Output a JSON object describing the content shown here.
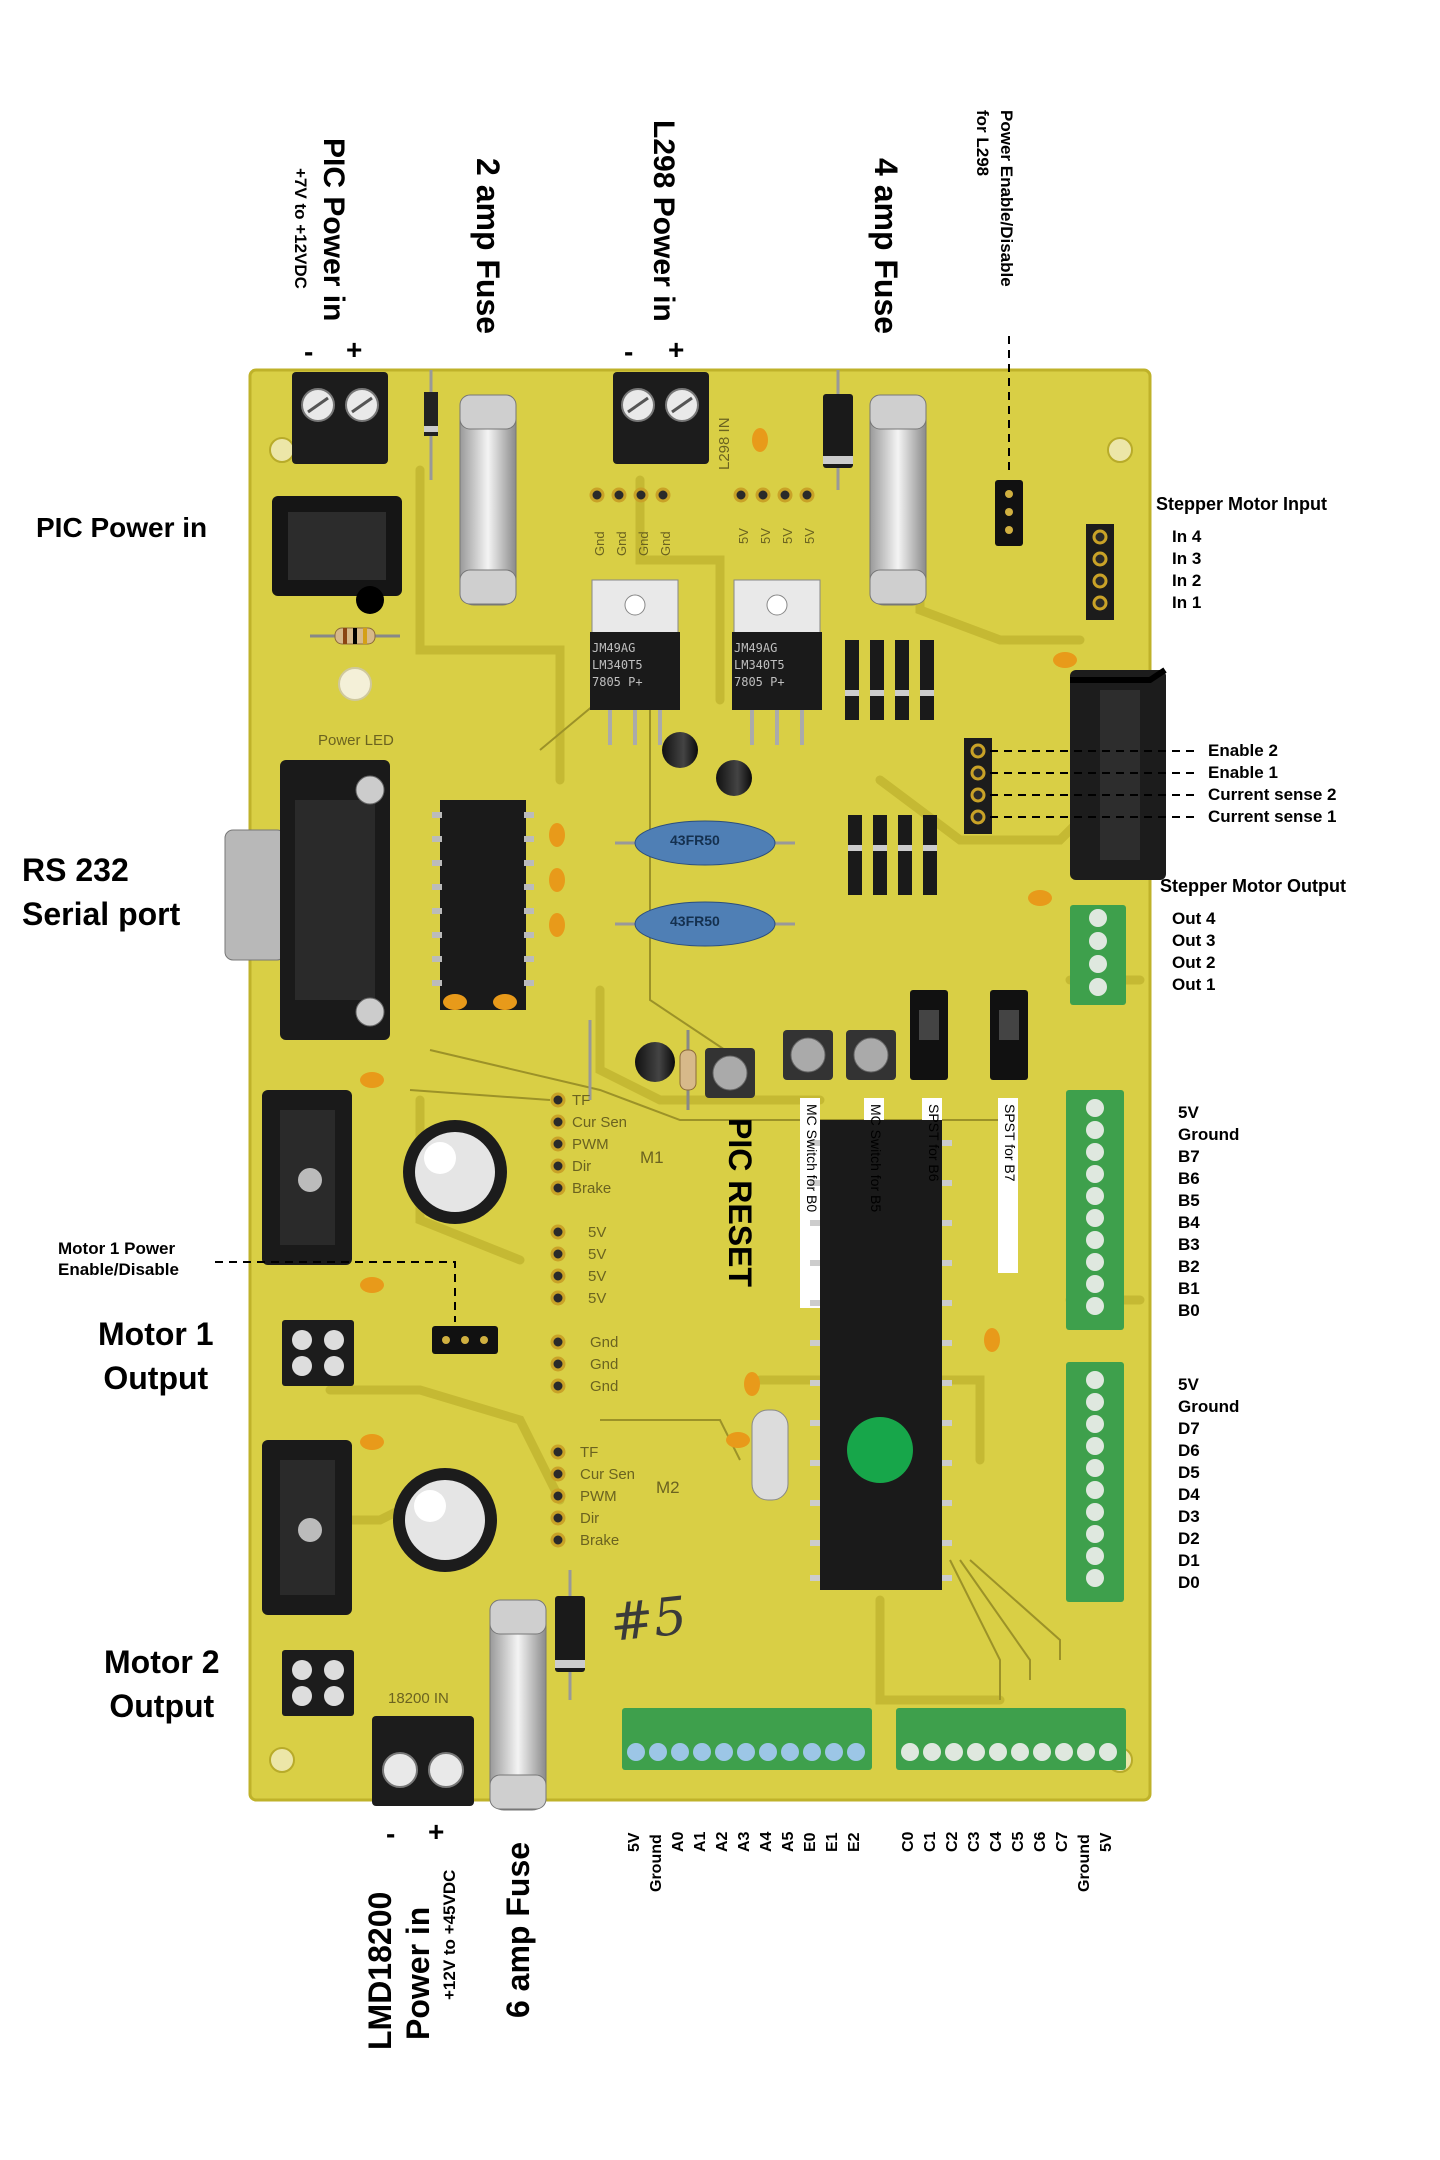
{
  "top_labels": {
    "pic_power_title": "PIC Power in",
    "pic_power_range": "+7V to +12VDC",
    "pic_polarity_minus": "-",
    "pic_polarity_plus": "+",
    "fuse_2a": "2 amp Fuse",
    "l298_power": "L298 Power in",
    "l298_polarity_minus": "-",
    "l298_polarity_plus": "+",
    "fuse_4a": "4 amp Fuse",
    "power_enable_l298": "Power Enable/Disable\nfor L298"
  },
  "left_labels": {
    "pic_power_side": "PIC Power in",
    "rs232_line1": "RS 232",
    "rs232_line2": "Serial port",
    "motor1_power_line1": "Motor 1 Power",
    "motor1_power_line2": "Enable/Disable",
    "motor1_out_line1": "Motor 1",
    "motor1_out_line2": "Output",
    "motor2_out_line1": "Motor 2",
    "motor2_out_line2": "Output"
  },
  "right_labels": {
    "stepper_input_title": "Stepper Motor Input",
    "stepper_inputs": [
      "In 4",
      "In 3",
      "In 2",
      "In 1"
    ],
    "stepper_signals": [
      "Enable 2",
      "Enable 1",
      "Current sense 2",
      "Current sense 1"
    ],
    "stepper_output_title": "Stepper Motor Output",
    "stepper_outputs": [
      "Out 4",
      "Out 3",
      "Out 2",
      "Out 1"
    ],
    "port_b": [
      "5V",
      "Ground",
      "B7",
      "B6",
      "B5",
      "B4",
      "B3",
      "B2",
      "B1",
      "B0"
    ],
    "port_d": [
      "5V",
      "Ground",
      "D7",
      "D6",
      "D5",
      "D4",
      "D3",
      "D2",
      "D1",
      "D0"
    ]
  },
  "bottom_labels": {
    "lmd_power_line1": "LMD18200",
    "lmd_power_line2": "Power in",
    "lmd_power_range": "+12V to +45VDC",
    "lmd_polarity_minus": "-",
    "lmd_polarity_plus": "+",
    "fuse_6a": "6 amp Fuse",
    "port_a_e": [
      "5V",
      "Ground",
      "A0",
      "A1",
      "A2",
      "A3",
      "A4",
      "A5",
      "E0",
      "E1",
      "E2"
    ],
    "port_c": [
      "C0",
      "C1",
      "C2",
      "C3",
      "C4",
      "C5",
      "C6",
      "C7",
      "Ground",
      "5V"
    ]
  },
  "board_labels": {
    "pic_reset": "PIC RESET",
    "mc_switch_b0": "MC Switch for B0",
    "mc_switch_b5": "MC Switch for B5",
    "spst_b6": "SPST for B6",
    "spst_b7": "SPST for B7",
    "regulator_1": [
      "JM49AG",
      "LM340T5",
      "7805 P+"
    ],
    "regulator_2": [
      "JM49AG",
      "LM340T5",
      "7805 P+"
    ],
    "capacitor_1": "43FR50",
    "capacitor_2": "43FR50",
    "gnd_header": [
      "Gnd",
      "Gnd",
      "Gnd",
      "Gnd"
    ],
    "v5_header": [
      "5V",
      "5V",
      "5V",
      "5V"
    ],
    "l298_in_silk": "L298 IN",
    "lmd_in_silk": "18200 IN",
    "power_led_silk": "Power LED",
    "m1_header": [
      "TF",
      "Cur Sen",
      "PWM",
      "Dir",
      "Brake"
    ],
    "m1_tag": "M1",
    "v5_column": [
      "5V",
      "5V",
      "5V",
      "5V"
    ],
    "gnd_column": [
      "Gnd",
      "Gnd",
      "Gnd"
    ],
    "m2_header": [
      "TF",
      "Cur Sen",
      "PWM",
      "Dir",
      "Brake"
    ],
    "m2_tag": "M2",
    "handwritten_number": "#5"
  },
  "colors": {
    "pcb": "#d9cf45",
    "pcb_dark": "#b9ac25",
    "trace": "#c8bd36",
    "terminal_green": "#3ea04c",
    "terminal_black": "#1c1c1c",
    "terminal_blue": "#4f93c4",
    "chip_black": "#1a1a1a",
    "dot_green": "#17a64a"
  }
}
